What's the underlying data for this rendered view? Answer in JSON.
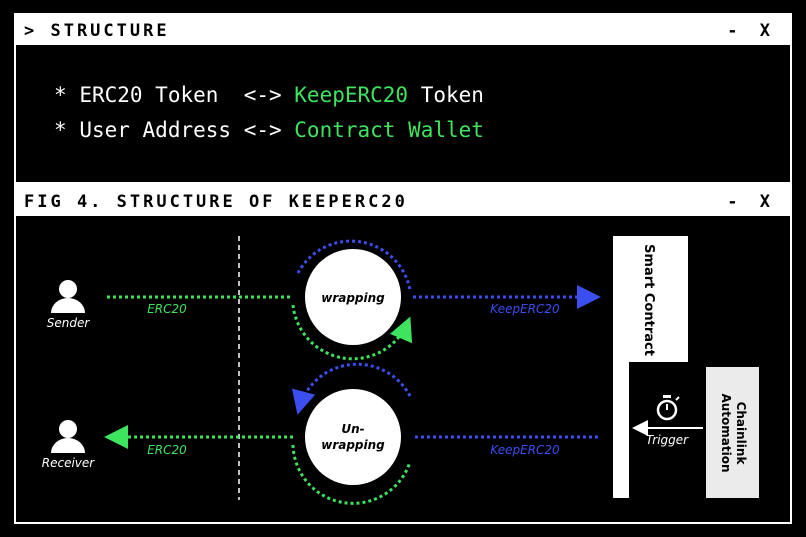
{
  "structure_window": {
    "title": "> STRUCTURE",
    "controls": "- X",
    "lines": [
      {
        "bullet": "*",
        "left": "ERC20 Token",
        "arrow": "<->",
        "right_highlight": "KeepERC20",
        "right_rest": "Token"
      },
      {
        "bullet": "*",
        "left": "User Address",
        "arrow": "<->",
        "right_highlight": "Contract Wallet",
        "right_rest": ""
      }
    ]
  },
  "figure_window": {
    "title": "FIG 4. STRUCTURE OF KEEPERC20",
    "controls": "- X"
  },
  "diagram": {
    "sender_label": "Sender",
    "receiver_label": "Receiver",
    "erc20_top_label": "ERC20",
    "erc20_bottom_label": "ERC20",
    "keep_top_label": "KeepERC20",
    "keep_bottom_label": "KeepERC20",
    "wrapping_label": "wrapping",
    "unwrapping_label_1": "Un-",
    "unwrapping_label_2": "wrapping",
    "smart_contract_label": "Smart Contract",
    "trigger_label": "Trigger",
    "chainlink_label_1": "Chainlink",
    "chainlink_label_2": "Automation"
  },
  "colors": {
    "green": "#3ee35e",
    "blue": "#3b4ef0",
    "white": "#ffffff",
    "background": "#000000",
    "panel_light": "#ebebeb"
  },
  "icons": [
    "user-icon",
    "stopwatch-icon",
    "arrow-icon"
  ]
}
